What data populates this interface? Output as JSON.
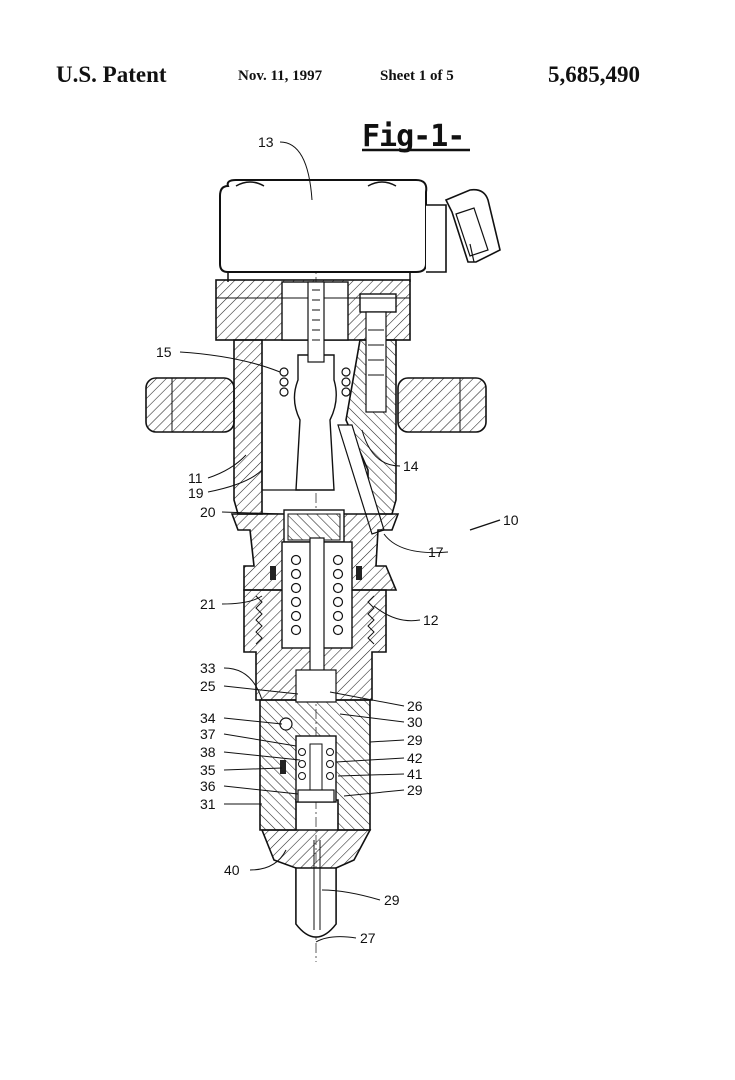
{
  "header": {
    "title": "U.S. Patent",
    "date": "Nov. 11, 1997",
    "sheet": "Sheet 1 of 5",
    "patent_number": "5,685,490"
  },
  "figure": {
    "label": "Fig-1-"
  },
  "labels": {
    "l13": "13",
    "l15": "15",
    "l11": "11",
    "l19": "19",
    "l14": "14",
    "l20": "20",
    "l10": "10",
    "l17": "17",
    "l21": "21",
    "l12": "12",
    "l33": "33",
    "l25": "25",
    "l26": "26",
    "l34": "34",
    "l30": "30",
    "l37": "37",
    "l29a": "29",
    "l38": "38",
    "l42": "42",
    "l35": "35",
    "l41": "41",
    "l36": "36",
    "l29b": "29",
    "l31": "31",
    "l40": "40",
    "l29c": "29",
    "l27": "27"
  }
}
